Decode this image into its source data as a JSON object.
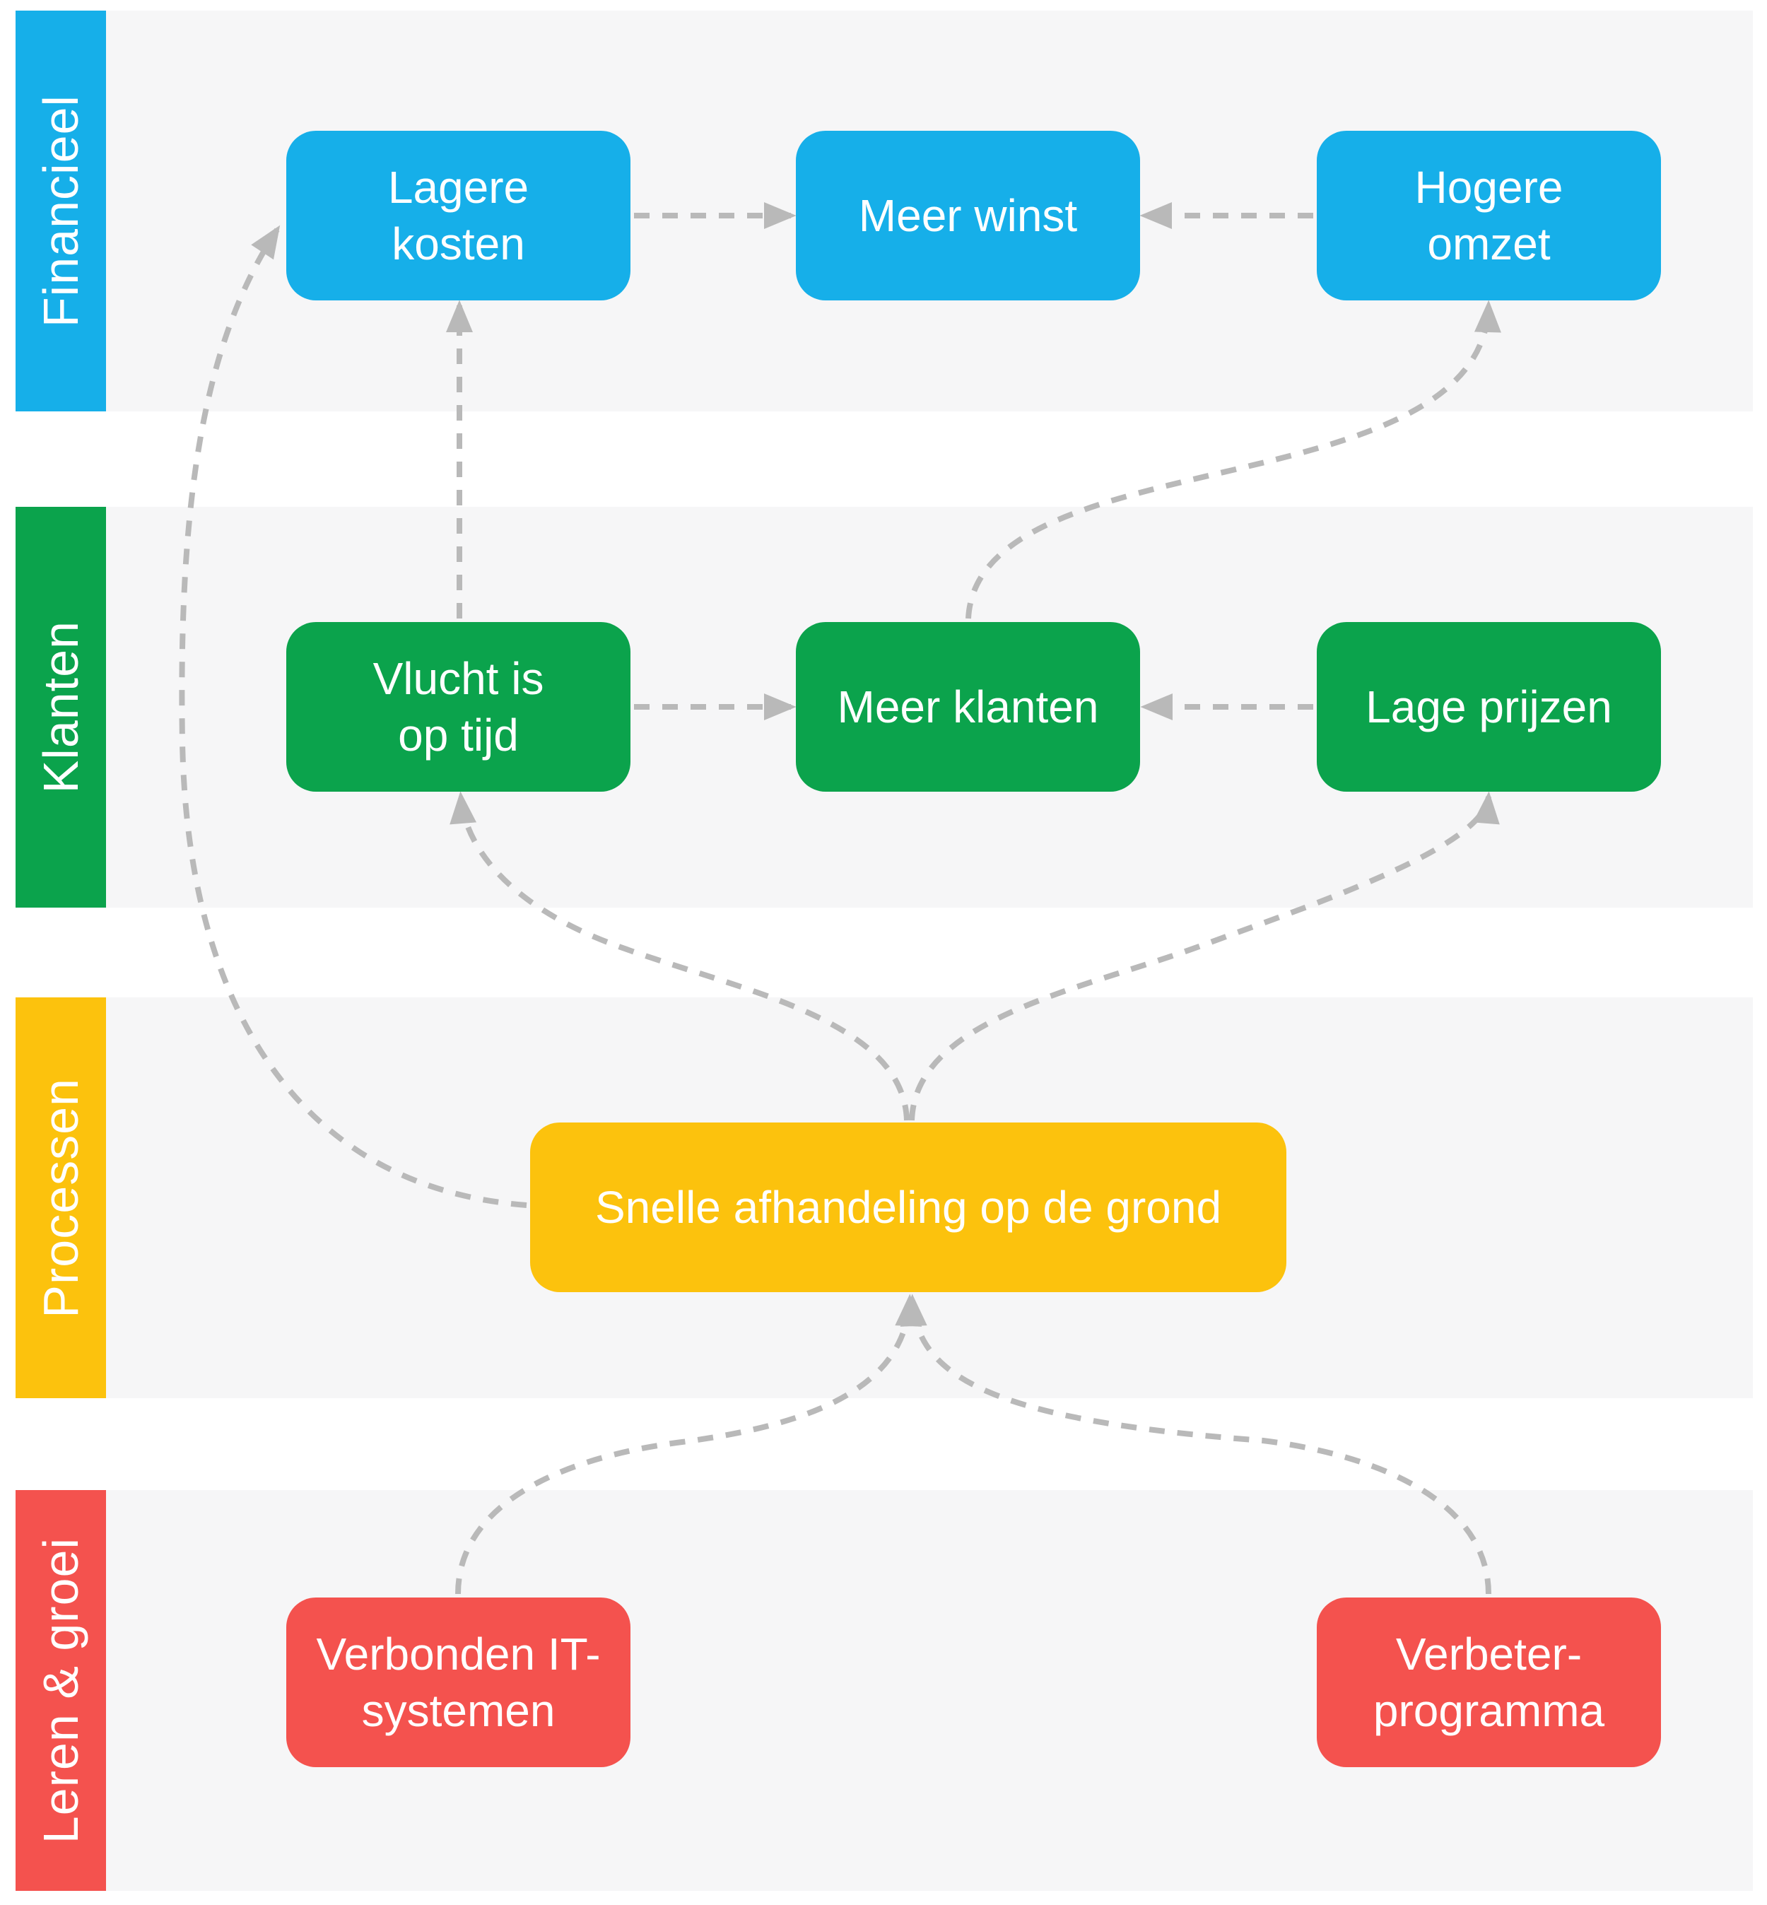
{
  "colors": {
    "blue": "#16AFE9",
    "green": "#0BA34C",
    "yellow": "#FCC20D",
    "red": "#F4524E",
    "arrow": "#B9B9B9",
    "row_bg": "#F6F6F7",
    "text": "#FFFFFF"
  },
  "perspectives": {
    "financieel": {
      "label": "Financieel",
      "color": "blue"
    },
    "klanten": {
      "label": "Klanten",
      "color": "green"
    },
    "processen": {
      "label": "Processen",
      "color": "yellow"
    },
    "leren_groei": {
      "label": "Leren & groei",
      "color": "red"
    }
  },
  "nodes": {
    "lagere_kosten": {
      "label": "Lagere\nkosten",
      "perspective": "financieel",
      "color": "blue"
    },
    "meer_winst": {
      "label": "Meer winst",
      "perspective": "financieel",
      "color": "blue"
    },
    "hogere_omzet": {
      "label": "Hogere\nomzet",
      "perspective": "financieel",
      "color": "blue"
    },
    "vlucht_is_op_tijd": {
      "label": "Vlucht is\nop tijd",
      "perspective": "klanten",
      "color": "green"
    },
    "meer_klanten": {
      "label": "Meer klanten",
      "perspective": "klanten",
      "color": "green"
    },
    "lage_prijzen": {
      "label": "Lage prijzen",
      "perspective": "klanten",
      "color": "green"
    },
    "snelle_afhandeling": {
      "label": "Snelle afhandeling op de grond",
      "perspective": "processen",
      "color": "yellow"
    },
    "verbonden_it_systemen": {
      "label": "Verbonden IT-\nsystemen",
      "perspective": "leren_groei",
      "color": "red"
    },
    "verbeter_programma": {
      "label": "Verbeter-\nprogramma",
      "perspective": "leren_groei",
      "color": "red"
    }
  },
  "edges": [
    {
      "from": "lagere_kosten",
      "to": "meer_winst"
    },
    {
      "from": "hogere_omzet",
      "to": "meer_winst"
    },
    {
      "from": "vlucht_is_op_tijd",
      "to": "meer_klanten"
    },
    {
      "from": "lage_prijzen",
      "to": "meer_klanten"
    },
    {
      "from": "meer_klanten",
      "to": "hogere_omzet"
    },
    {
      "from": "vlucht_is_op_tijd",
      "to": "lagere_kosten"
    },
    {
      "from": "snelle_afhandeling",
      "to": "lagere_kosten"
    },
    {
      "from": "snelle_afhandeling",
      "to": "vlucht_is_op_tijd"
    },
    {
      "from": "snelle_afhandeling",
      "to": "lage_prijzen"
    },
    {
      "from": "verbonden_it_systemen",
      "to": "snelle_afhandeling"
    },
    {
      "from": "verbeter_programma",
      "to": "snelle_afhandeling"
    }
  ]
}
